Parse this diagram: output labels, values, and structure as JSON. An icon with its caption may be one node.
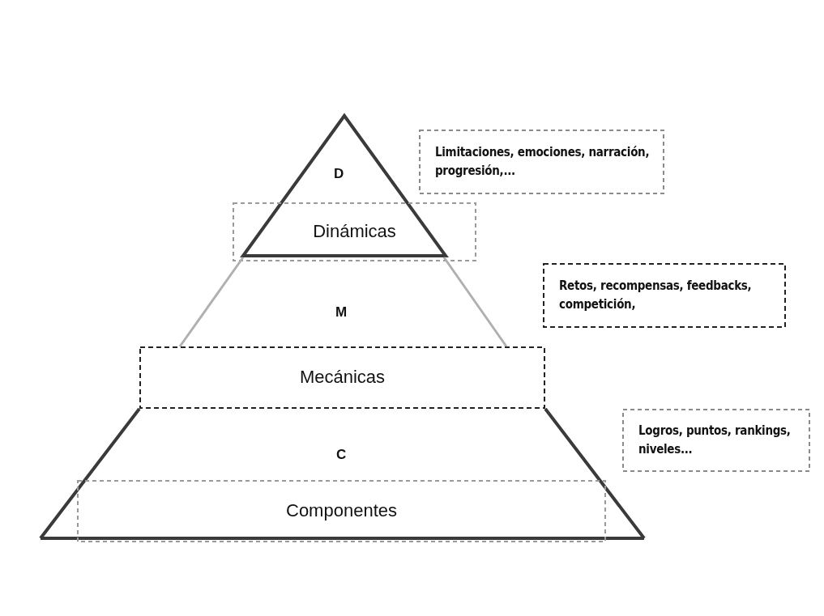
{
  "diagram": {
    "nodes": [
      {
        "text": [
          "D"
        ]
      },
      {
        "text": [
          "Limitaciones, emociones, narración, progresión,..."
        ]
      },
      {
        "text": [
          "Dinámicas"
        ]
      },
      {
        "text": [
          "M"
        ]
      },
      {
        "text": [
          "Retos, recompensas, feedbacks, competición,"
        ]
      },
      {
        "text": [
          "Mecánicas"
        ]
      },
      {
        "text": [
          "C"
        ]
      },
      {
        "text": [
          "Logros, puntos, rankings, niveles..."
        ]
      },
      {
        "text": [
          "Componentes"
        ],
        "in": 6
      }
    ],
    "edges": []
  }
}
